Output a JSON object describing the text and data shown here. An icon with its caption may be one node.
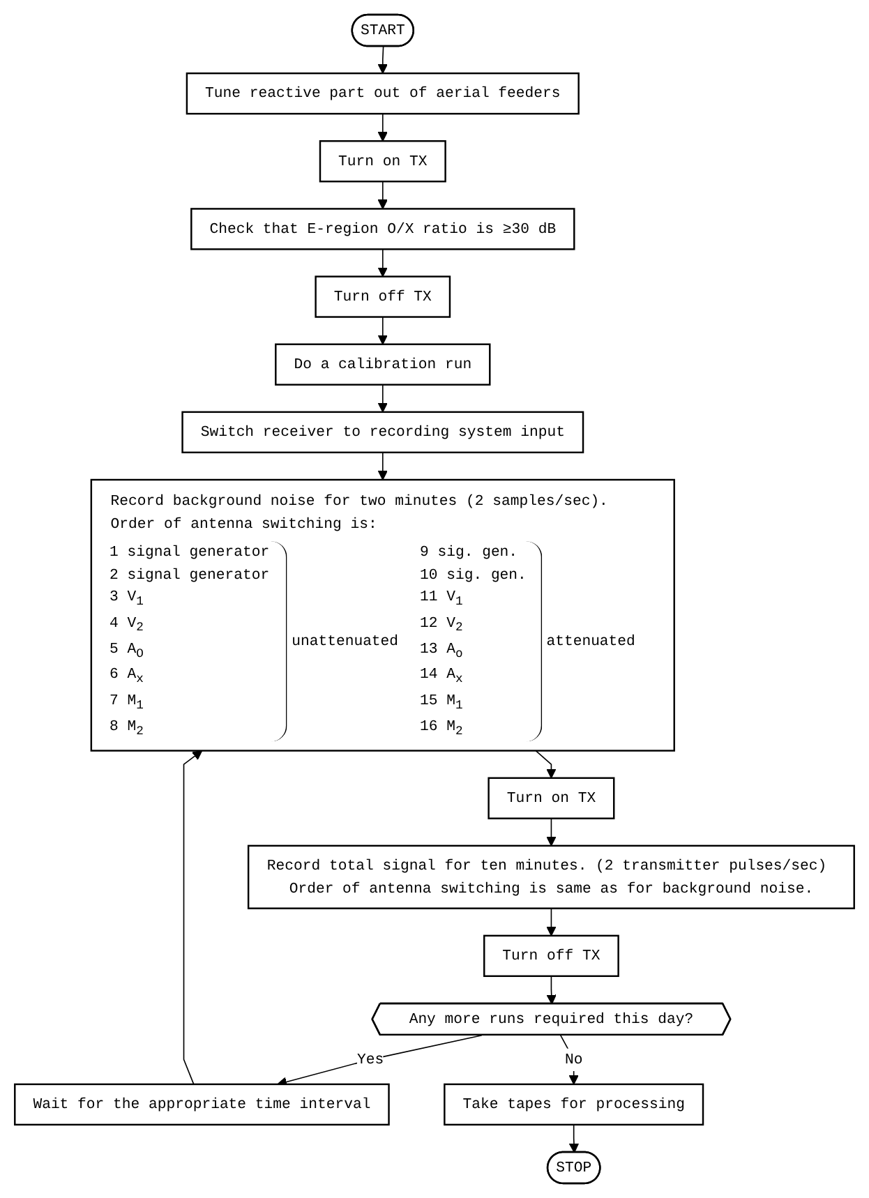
{
  "diagram": {
    "nodes": [
      {
        "text": [
          "START"
        ]
      },
      {
        "text": [
          "Tune reactive part out of aerial feeders"
        ]
      },
      {
        "text": [
          "Turn on TX"
        ]
      },
      {
        "text": [
          "Check that E-region O/X ratio is ≥30 dB"
        ]
      },
      {
        "text": [
          "Turn off TX"
        ]
      },
      {
        "text": [
          "Do a calibration run"
        ]
      },
      {
        "text": [
          "Switch receiver to recording system input"
        ]
      },
      {
        "text": [
          "Record background noise for two minutes (2 samples/sec). Order of antenna switching is:",
          "1 signal generator",
          "2 signal generator",
          "3 V$_{1}$",
          "4 V$_{2}$",
          "5 A$_{O}$",
          "6 A$_{x}$",
          "7 M$_{1}$",
          "8 M$_{2}$",
          "unattenuated",
          "9 sig. gen.",
          "10 sig. gen.",
          "11 V$_{1}$",
          "12 V$_{2}$",
          "13 A$_{o}$",
          "14 A$_{x}$",
          "15 M$_{1}$",
          "16 M$_{2}$",
          "attenuated"
        ]
      },
      {
        "text": [
          "Turn on TX"
        ]
      },
      {
        "text": [
          "Record total signal for ten minutes. (2 transmitter pulses/sec) Order of antenna switching is same as for background noise."
        ]
      },
      {
        "text": [
          "Turn off TX"
        ]
      },
      {
        "text": [
          "Any more runs required this day?"
        ]
      },
      {
        "text": [
          "Wait for the appropriate time interval"
        ]
      },
      {
        "text": [
          "Take tapes for processing"
        ]
      },
      {
        "text": [
          "STOP"
        ]
      }
    ],
    "edges": [
      {
        "from": 0,
        "to": 1,
        "arrow": "to"
      },
      {
        "from": 1,
        "to": 2,
        "arrow": "to"
      },
      {
        "from": 2,
        "to": 3,
        "arrow": "to"
      },
      {
        "from": 3,
        "to": 4,
        "arrow": "to"
      },
      {
        "from": 4,
        "to": 5,
        "arrow": "to"
      },
      {
        "from": 5,
        "to": 6,
        "arrow": "to"
      },
      {
        "from": 6,
        "to": 7,
        "arrow": "to"
      },
      {
        "from": 7,
        "to": 8,
        "arrow": "to"
      },
      {
        "from": 8,
        "to": 9,
        "arrow": "to"
      },
      {
        "from": 9,
        "to": 10,
        "arrow": "to"
      },
      {
        "from": 10,
        "to": 11,
        "arrow": "to"
      },
      {
        "from": 11,
        "to": 12,
        "arrow": "to",
        "label": "Yes"
      },
      {
        "from": 11,
        "to": 13,
        "arrow": "to",
        "label": "No"
      },
      {
        "from": 13,
        "to": 14,
        "arrow": "to"
      },
      {
        "from": 12,
        "to": 7,
        "arrow": "to"
      }
    ]
  }
}
